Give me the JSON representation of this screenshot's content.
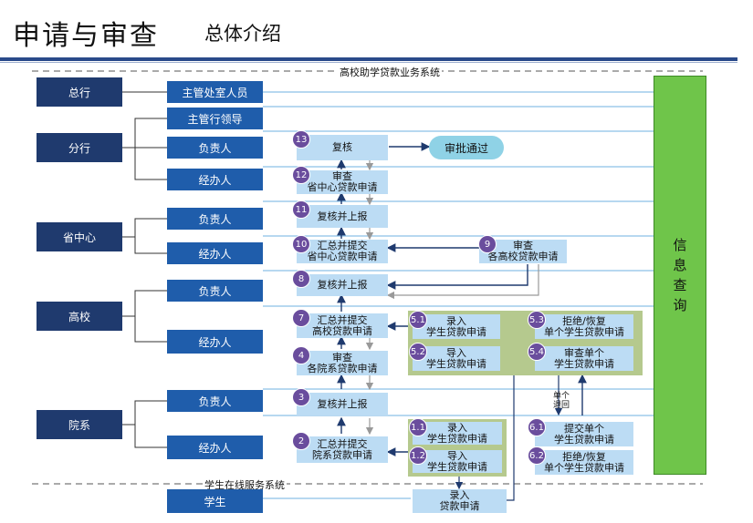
{
  "header": {
    "title": "申请与审查",
    "subtitle": "总体介绍"
  },
  "systems": {
    "top": "高校助学贷款业务系统",
    "bottom": "学生在线服务系统"
  },
  "orgs": {
    "head": "总行",
    "branch": "分行",
    "province": "省中心",
    "university": "高校",
    "dept": "院系"
  },
  "roles": {
    "head_staff": "主管处室人员",
    "branch_leader": "主管行领导",
    "branch_resp": "负责人",
    "branch_handler": "经办人",
    "prov_resp": "负责人",
    "prov_handler": "经办人",
    "uni_resp": "负责人",
    "uni_handler": "经办人",
    "dept_resp": "负责人",
    "dept_handler": "经办人",
    "student": "学生"
  },
  "steps": {
    "s13": {
      "num": "13",
      "text": "复核"
    },
    "approved": "审批通过",
    "s12": {
      "num": "12",
      "text": "审查\n省中心贷款申请"
    },
    "s11": {
      "num": "11",
      "text": "复核并上报"
    },
    "s10": {
      "num": "10",
      "text": "汇总并提交\n省中心贷款申请"
    },
    "s9": {
      "num": "9",
      "text": "审查\n各高校贷款申请"
    },
    "s8": {
      "num": "8",
      "text": "复核并上报"
    },
    "s7": {
      "num": "7",
      "text": "汇总并提交\n高校贷款申请"
    },
    "s51": {
      "num": "5.1",
      "text": "录入\n学生贷款申请"
    },
    "s53": {
      "num": "5.3",
      "text": "拒绝/恢复\n单个学生贷款申请"
    },
    "s52": {
      "num": "5.2",
      "text": "导入\n学生贷款申请"
    },
    "s54": {
      "num": "5.4",
      "text": "审查单个\n学生贷款申请"
    },
    "s4": {
      "num": "4",
      "text": "审查\n各院系贷款申请"
    },
    "s3": {
      "num": "3",
      "text": "复核并上报"
    },
    "return_label": "单个\n退回",
    "s2": {
      "num": "2",
      "text": "汇总并提交\n院系贷款申请"
    },
    "s11b": {
      "num": "1.1",
      "text": "录入\n学生贷款申请"
    },
    "s12b": {
      "num": "1.2",
      "text": "导入\n学生贷款申请"
    },
    "s61": {
      "num": "6.1",
      "text": "提交单个\n学生贷款申请"
    },
    "s62": {
      "num": "6.2",
      "text": "拒绝/恢复\n单个学生贷款申请"
    },
    "student_entry": "录入\n贷款申请"
  },
  "info_box": "信\n息\n查\n询"
}
